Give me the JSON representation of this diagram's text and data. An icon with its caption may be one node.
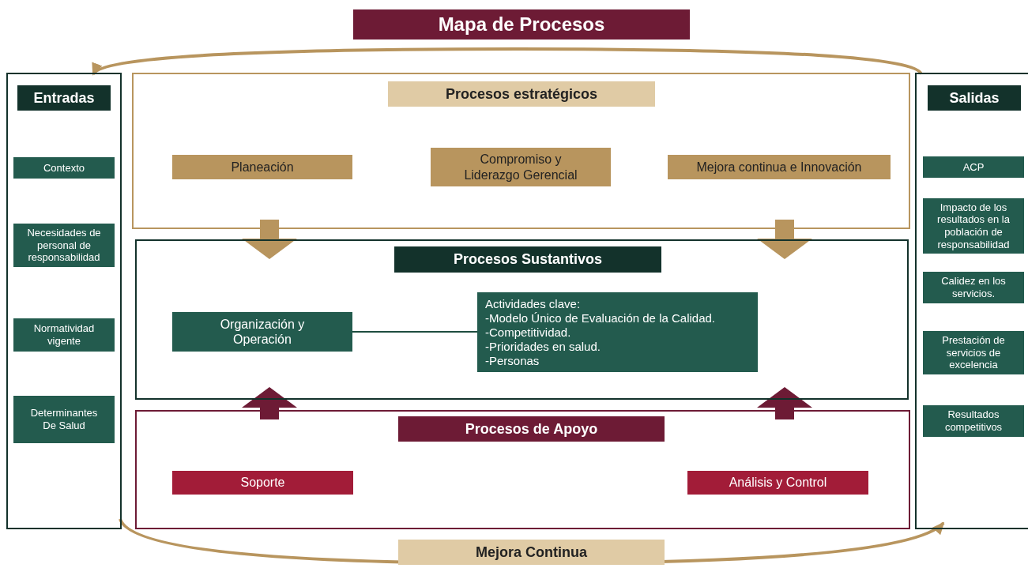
{
  "diagram": {
    "title": "Mapa de Procesos",
    "nodes": [
      {
        "text": [
          "Entradas"
        ]
      },
      {
        "text": [
          "Contexto"
        ],
        "in": 0
      },
      {
        "text": [
          "Necesidades de personal de responsabilidad"
        ],
        "in": 0
      },
      {
        "text": [
          "Normatividad vigente"
        ],
        "in": 0
      },
      {
        "text": [
          "Determinantes De Salud"
        ],
        "in": 0
      },
      {
        "text": [
          "Procesos estratégicos"
        ]
      },
      {
        "text": [
          "Planeación"
        ],
        "in": 5
      },
      {
        "text": [
          "Compromiso y Liderazgo Gerencial"
        ],
        "in": 5
      },
      {
        "text": [
          "Mejora continua e Innovación"
        ],
        "in": 5
      },
      {
        "text": [
          "Procesos Sustantivos"
        ]
      },
      {
        "text": [
          "Organización y Operación"
        ],
        "in": 9
      },
      {
        "text": [
          "Actividades clave:",
          "-Modelo Único de Evaluación de la Calidad.",
          "-Competitividad.",
          "-Prioridades en salud.",
          "-Personas"
        ],
        "in": 9
      },
      {
        "text": [
          "Procesos de Apoyo"
        ]
      },
      {
        "text": [
          "Soporte"
        ],
        "in": 12
      },
      {
        "text": [
          "Análisis y Control"
        ],
        "in": 12
      },
      {
        "text": [
          "Salidas"
        ]
      },
      {
        "text": [
          "ACP"
        ],
        "in": 15
      },
      {
        "text": [
          "Impacto de los resultados en la población de responsabilidad"
        ],
        "in": 15
      },
      {
        "text": [
          "Calidez en los servicios."
        ],
        "in": 15
      },
      {
        "text": [
          "Prestación de servicios de excelencia"
        ],
        "in": 15
      },
      {
        "text": [
          "Resultados competitivos"
        ],
        "in": 15
      }
    ],
    "edges": [
      {
        "from": 15,
        "to": 0,
        "arrow": "to"
      },
      {
        "from": 0,
        "to": 15,
        "arrow": "to",
        "label": "Mejora Continua"
      },
      {
        "from": 5,
        "to": 9,
        "arrow": "to"
      },
      {
        "from": 5,
        "to": 9,
        "arrow": "to"
      },
      {
        "from": 12,
        "to": 9,
        "arrow": "to",
        "color": "#6d1b35"
      },
      {
        "from": 12,
        "to": 9,
        "arrow": "to",
        "color": "#6d1b35"
      },
      {
        "from": 10,
        "to": 11,
        "arrow": "none",
        "color": "#1e4d3f"
      }
    ]
  }
}
